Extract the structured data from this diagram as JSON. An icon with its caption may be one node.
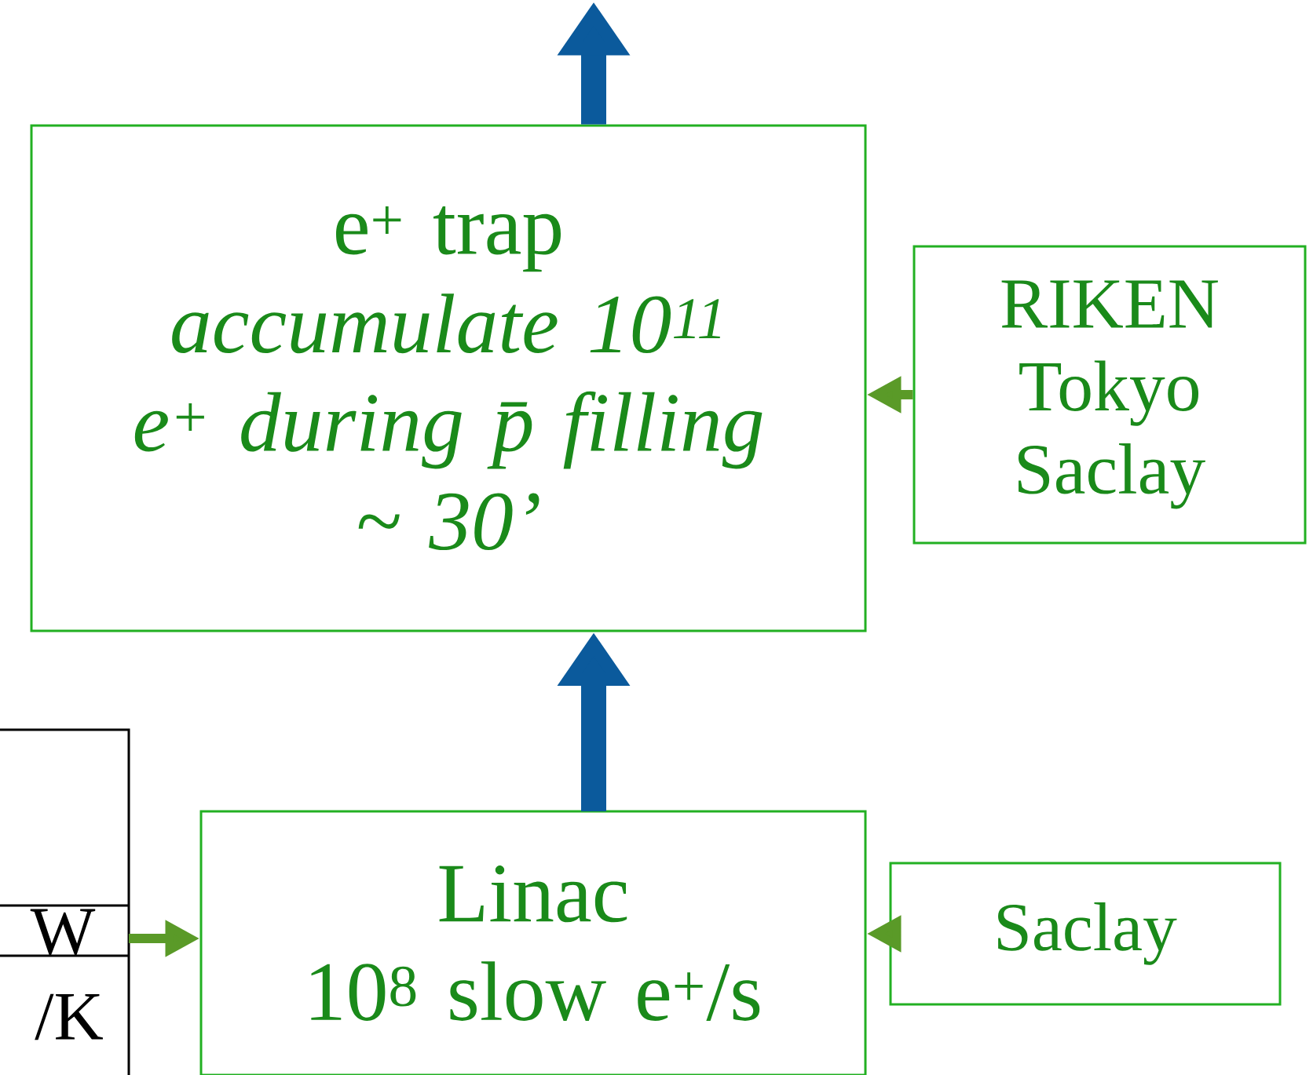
{
  "diagram": {
    "nodes": [
      {
        "text": [
          "e$^{+}$ trap",
          "accumulate 10$^{11}$ e$^{+}$ during p̄ filling",
          "~ 30’"
        ]
      },
      {
        "text": [
          "RIKEN Tokyo Saclay"
        ]
      },
      {
        "text": [
          "W",
          "/K"
        ]
      },
      {
        "text": [
          "Linac",
          "10$^{8}$ slow e$^{+}$/s"
        ]
      },
      {
        "text": [
          "Saclay"
        ]
      }
    ],
    "edges": [
      {
        "from": 0,
        "to": null,
        "arrow": "to",
        "style": "thick",
        "color": "#0b5a9c"
      },
      {
        "from": 1,
        "to": 0,
        "arrow": "to",
        "color": "#5a9a28"
      },
      {
        "from": 3,
        "to": 0,
        "arrow": "to",
        "style": "thick",
        "color": "#0b5a9c"
      },
      {
        "from": 2,
        "to": 3,
        "arrow": "to",
        "color": "#5a9a28"
      },
      {
        "from": 4,
        "to": 3,
        "arrow": "to",
        "color": "#5a9a28"
      }
    ]
  }
}
